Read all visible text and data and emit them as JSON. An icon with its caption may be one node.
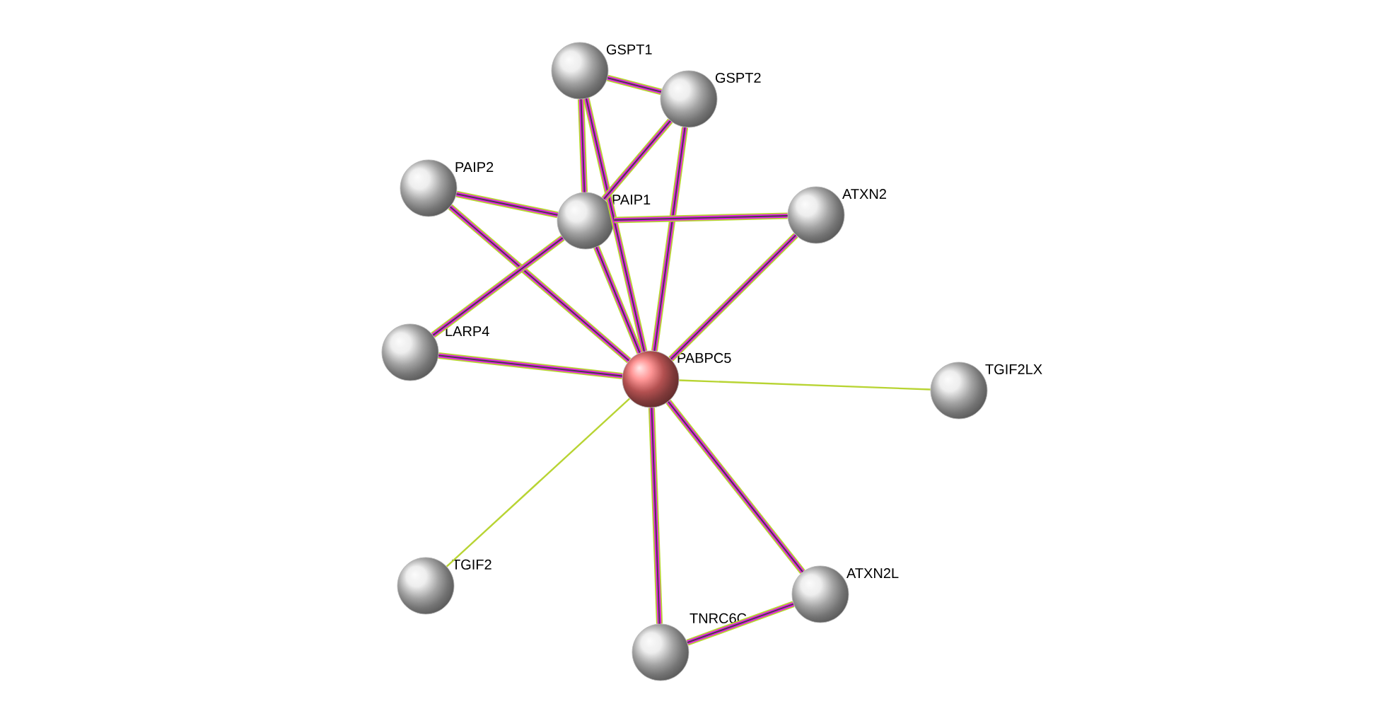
{
  "diagram": {
    "nodes": [
      {
        "text": [
          "GSPT1"
        ]
      },
      {
        "text": [
          "GSPT2"
        ]
      },
      {
        "text": [
          "PAIP2"
        ]
      },
      {
        "text": [
          "PAIP1"
        ]
      },
      {
        "text": [
          "ATXN2"
        ]
      },
      {
        "text": [
          "LARP4"
        ]
      },
      {
        "text": [
          "PABPC5"
        ]
      },
      {
        "text": [
          "TGIF2LX"
        ]
      },
      {
        "text": [
          "TGIF2"
        ]
      },
      {
        "text": [
          "ATXN2L"
        ]
      },
      {
        "text": [
          "TNRC6C"
        ]
      }
    ],
    "edges": [
      {
        "from": 0,
        "to": 1,
        "arrow": "none"
      },
      {
        "from": 0,
        "to": 3,
        "arrow": "none"
      },
      {
        "from": 0,
        "to": 6,
        "arrow": "none"
      },
      {
        "from": 1,
        "to": 3,
        "arrow": "none"
      },
      {
        "from": 1,
        "to": 6,
        "arrow": "none"
      },
      {
        "from": 2,
        "to": 3,
        "arrow": "none"
      },
      {
        "from": 2,
        "to": 6,
        "arrow": "none"
      },
      {
        "from": 3,
        "to": 4,
        "arrow": "none"
      },
      {
        "from": 3,
        "to": 5,
        "arrow": "none"
      },
      {
        "from": 3,
        "to": 6,
        "arrow": "none"
      },
      {
        "from": 4,
        "to": 6,
        "arrow": "none"
      },
      {
        "from": 5,
        "to": 6,
        "arrow": "none"
      },
      {
        "from": 6,
        "to": 7,
        "arrow": "none",
        "color": "#b8d433"
      },
      {
        "from": 6,
        "to": 8,
        "arrow": "none",
        "color": "#b8d433"
      },
      {
        "from": 6,
        "to": 10,
        "arrow": "none"
      },
      {
        "from": 6,
        "to": 9,
        "arrow": "none"
      },
      {
        "from": 10,
        "to": 9,
        "arrow": "none"
      }
    ]
  }
}
